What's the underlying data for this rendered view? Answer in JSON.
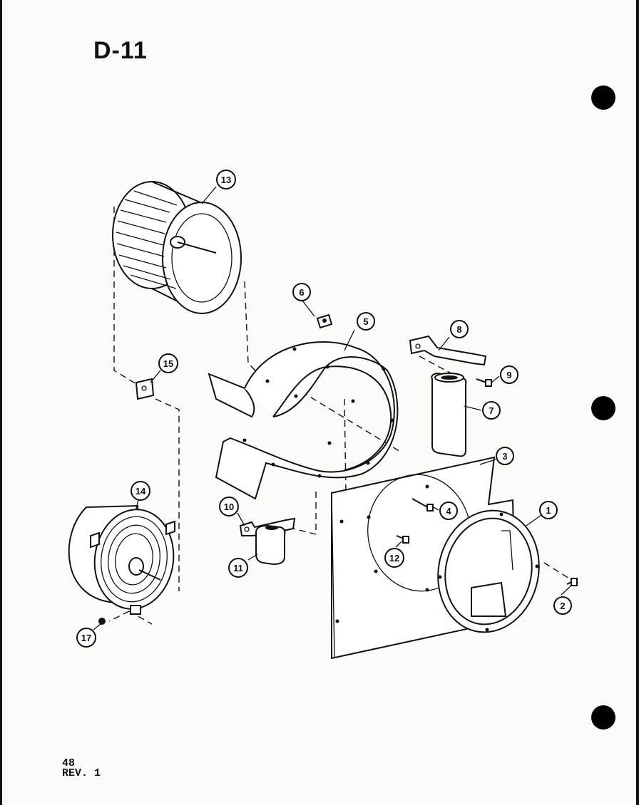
{
  "title": "D-11",
  "footer": {
    "page_number": "48",
    "revision": "REV. 1"
  },
  "callouts": [
    "1",
    "2",
    "3",
    "4",
    "5",
    "6",
    "7",
    "8",
    "9",
    "10",
    "11",
    "12",
    "13",
    "14",
    "15",
    "17"
  ]
}
